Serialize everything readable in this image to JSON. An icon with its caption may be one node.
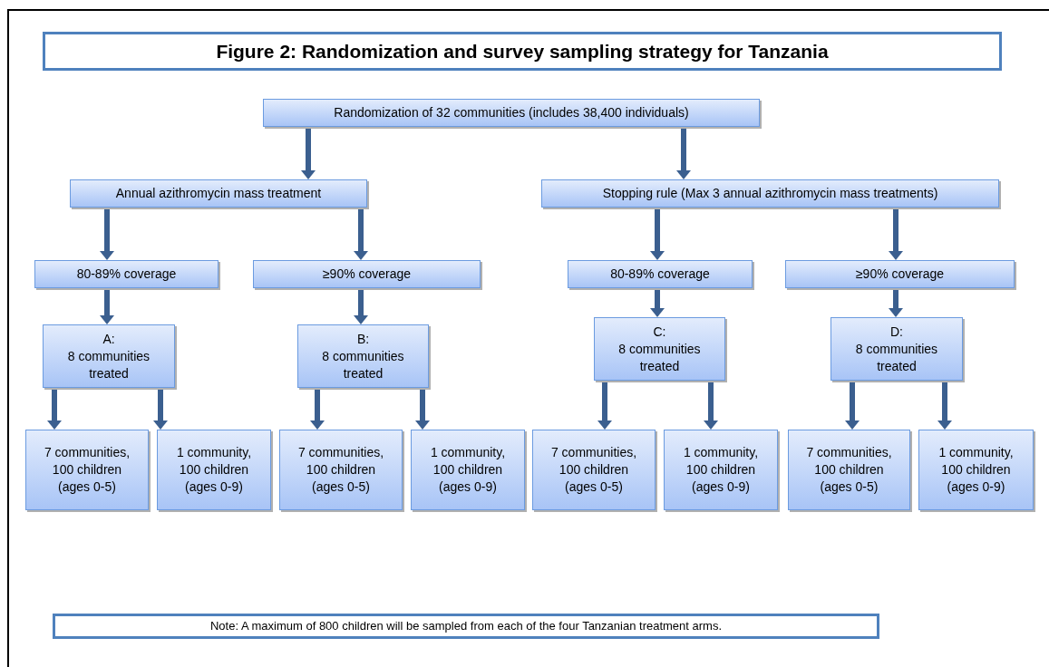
{
  "diagram": {
    "title": "Figure 2: Randomization and survey sampling strategy for Tanzania",
    "nodes": [
      {
        "text": [
          "Randomization of 32 communities (includes 38,400 individuals)"
        ]
      },
      {
        "text": [
          "Annual azithromycin mass treatment"
        ]
      },
      {
        "text": [
          "Stopping rule (Max 3 annual azithromycin mass treatments)"
        ]
      },
      {
        "text": [
          "80-89% coverage"
        ]
      },
      {
        "text": [
          "≥90% coverage"
        ]
      },
      {
        "text": [
          "80-89% coverage"
        ]
      },
      {
        "text": [
          "≥90% coverage"
        ]
      },
      {
        "text": [
          "A:",
          "8 communities treated"
        ]
      },
      {
        "text": [
          "B:",
          "8 communities treated"
        ]
      },
      {
        "text": [
          "C:",
          "8 communities treated"
        ]
      },
      {
        "text": [
          "D:",
          "8 communities treated"
        ]
      },
      {
        "text": [
          "7 communities, 100 children (ages 0-5)"
        ]
      },
      {
        "text": [
          "1 community, 100 children (ages 0-9)"
        ]
      },
      {
        "text": [
          "7 communities, 100 children (ages 0-5)"
        ]
      },
      {
        "text": [
          "1 community, 100 children (ages 0-9)"
        ]
      },
      {
        "text": [
          "7 communities, 100 children (ages 0-5)"
        ]
      },
      {
        "text": [
          "1 community, 100 children (ages 0-9)"
        ]
      },
      {
        "text": [
          "7 communities, 100 children (ages 0-5)"
        ]
      },
      {
        "text": [
          "1 community, 100 children (ages 0-9)"
        ]
      },
      {
        "text": [
          "Note: A maximum of 800 children will be sampled from each of the four Tanzanian treatment arms."
        ]
      }
    ],
    "edges": [
      {
        "from": 0,
        "to": 1,
        "arrow": "to"
      },
      {
        "from": 0,
        "to": 2,
        "arrow": "to"
      },
      {
        "from": 1,
        "to": 3,
        "arrow": "to"
      },
      {
        "from": 1,
        "to": 4,
        "arrow": "to"
      },
      {
        "from": 2,
        "to": 5,
        "arrow": "to"
      },
      {
        "from": 2,
        "to": 6,
        "arrow": "to"
      },
      {
        "from": 3,
        "to": 7,
        "arrow": "to"
      },
      {
        "from": 4,
        "to": 8,
        "arrow": "to"
      },
      {
        "from": 5,
        "to": 9,
        "arrow": "to"
      },
      {
        "from": 6,
        "to": 10,
        "arrow": "to"
      },
      {
        "from": 7,
        "to": 11,
        "arrow": "to"
      },
      {
        "from": 7,
        "to": 12,
        "arrow": "to"
      },
      {
        "from": 8,
        "to": 13,
        "arrow": "to"
      },
      {
        "from": 8,
        "to": 14,
        "arrow": "to"
      },
      {
        "from": 9,
        "to": 15,
        "arrow": "to"
      },
      {
        "from": 9,
        "to": 16,
        "arrow": "to"
      },
      {
        "from": 10,
        "to": 17,
        "arrow": "to"
      },
      {
        "from": 10,
        "to": 18,
        "arrow": "to"
      }
    ]
  }
}
